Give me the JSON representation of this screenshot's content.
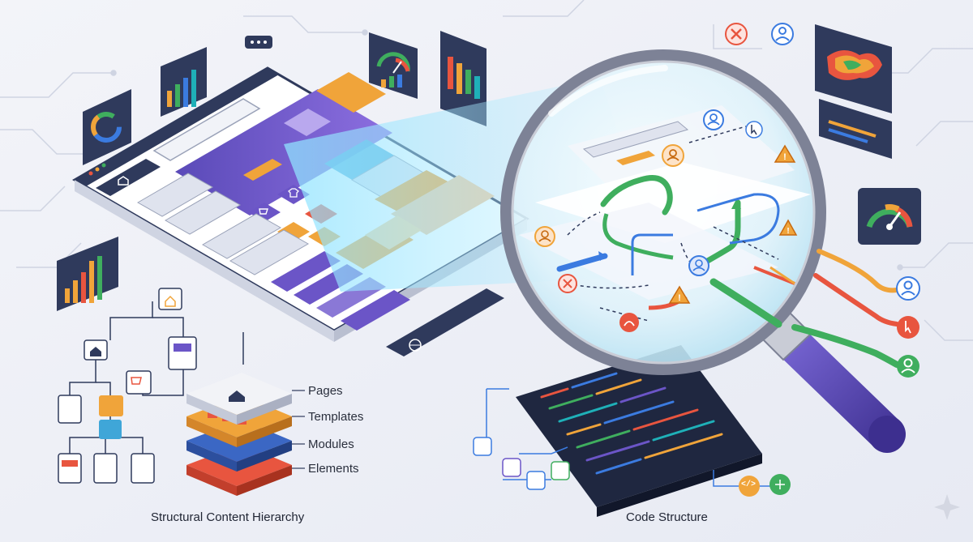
{
  "stack_labels": {
    "pages": "Pages",
    "templates": "Templates",
    "modules": "Modules",
    "elements": "Elements"
  },
  "captions": {
    "left": "Structural Content Hierarchy",
    "right": "Code Structure"
  },
  "code_badge": "</>",
  "icons": [
    "home-icon",
    "cart-icon",
    "shirt-icon",
    "gear-icon",
    "user-icon",
    "close-icon",
    "warning-icon",
    "cursor-icon",
    "globe-icon",
    "gauge-icon",
    "heatmap-icon",
    "bar-chart-icon",
    "donut-chart-icon",
    "magnifier-icon",
    "code-icon"
  ],
  "colors": {
    "navy": "#2f3a5c",
    "purple": "#6b55c7",
    "orange": "#f0a43a",
    "red": "#e8553f",
    "green": "#3fae5e",
    "blue": "#3b7be0",
    "teal": "#1fb0b8",
    "lens": "#dff3fb"
  }
}
